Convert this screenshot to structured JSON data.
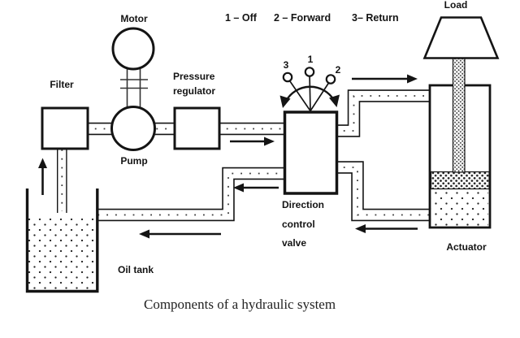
{
  "title_caption": "Components of a hydraulic system",
  "legend": {
    "off": "1 – Off",
    "forward": "2 – Forward",
    "return": "3– Return"
  },
  "components": {
    "motor": "Motor",
    "filter": "Filter",
    "pressure_regulator": {
      "line1": "Pressure",
      "line2": "regulator"
    },
    "pump": "Pump",
    "oil_tank": "Oil tank",
    "direction_control_valve": {
      "line1": "Direction",
      "line2": "control",
      "line3": "valve"
    },
    "actuator": "Actuator",
    "load": "Load"
  },
  "selector": {
    "pos1": "1",
    "pos2": "2",
    "pos3": "3"
  },
  "colors": {
    "line": "#141414",
    "background": "#ffffff"
  }
}
